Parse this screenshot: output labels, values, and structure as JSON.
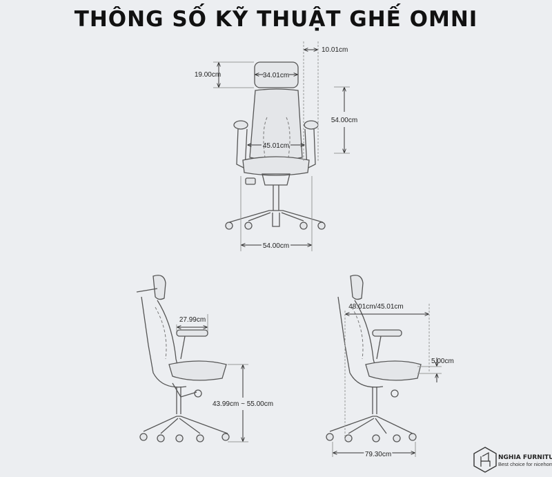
{
  "title": "THÔNG SỐ KỸ THUẬT GHẾ OMNI",
  "front_view": {
    "headrest_height": "19.00cm",
    "headrest_width": "34.01cm",
    "armrest_width": "10.01cm",
    "backrest_height": "54.00cm",
    "seat_width": "45.01cm",
    "base_width": "54.00cm"
  },
  "side_view_left": {
    "armrest_depth": "27.99cm",
    "seat_height": "43.99cm ~ 55.00cm"
  },
  "side_view_right": {
    "seat_depth": "48.01cm/45.01cm",
    "seat_slide": "5.00cm",
    "overall_depth": "79.30cm"
  },
  "brand": {
    "name": "NGHIA FURNITURE",
    "tagline": "Best choice for nicehome"
  }
}
